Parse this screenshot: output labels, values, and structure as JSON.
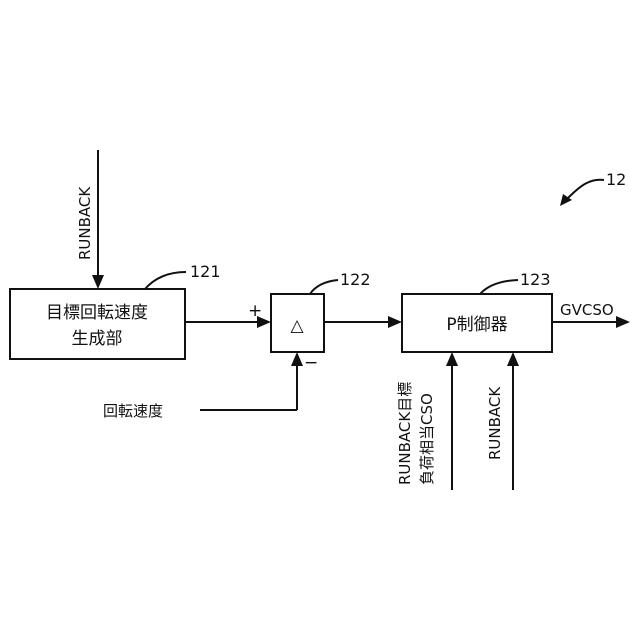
{
  "figure_ref": "12",
  "inputs": {
    "runback_top": "RUNBACK",
    "rotation_speed": "回転速度",
    "runback_target_line1": "RUNBACK目標",
    "runback_target_line2": "負荷相当CSO",
    "runback_right": "RUNBACK"
  },
  "blocks": {
    "generator": {
      "ref": "121",
      "line1": "目標回転速度",
      "line2": "生成部"
    },
    "subtractor": {
      "ref": "122",
      "symbol": "△",
      "plus": "+",
      "minus": "−"
    },
    "controller": {
      "ref": "123",
      "label": "P制御器"
    }
  },
  "output": {
    "label": "GVCSO"
  }
}
